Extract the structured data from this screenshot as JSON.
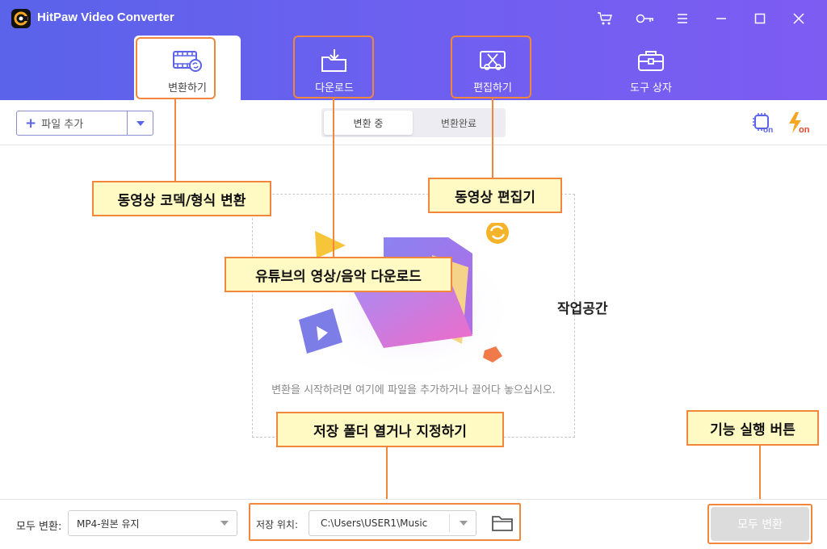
{
  "window": {
    "title": "HitPaw Video Converter"
  },
  "tabs": [
    {
      "label": "변환하기",
      "active": true
    },
    {
      "label": "다운로드",
      "active": false
    },
    {
      "label": "편집하기",
      "active": false
    },
    {
      "label": "도구 상자",
      "active": false
    }
  ],
  "toolbar": {
    "add_file": "파일 추가",
    "seg_converting": "변환 중",
    "seg_done": "변환완료"
  },
  "workspace": {
    "hint": "변환을 시작하려면 여기에 파일을 추가하거나 끌어다 놓으십시오.",
    "label": "작업공간"
  },
  "callouts": {
    "convert": "동영상 코덱/형식 변환",
    "download": "유튜브의 영상/음악 다운로드",
    "edit": "동영상 편집기",
    "save": "저장 폴더 열거나 지정하기",
    "run": "기능 실행 버튼"
  },
  "bottom": {
    "convert_all_label": "모두 변환:",
    "format_value": "MP4-원본 유지",
    "save_label": "저장 위치:",
    "save_path": "C:\\Users\\USER1\\Music",
    "convert_all_button": "모두 변환"
  },
  "colors": {
    "accent": "#5a63ea",
    "highlight": "#f0873c",
    "callout_bg": "#fff9c4"
  }
}
